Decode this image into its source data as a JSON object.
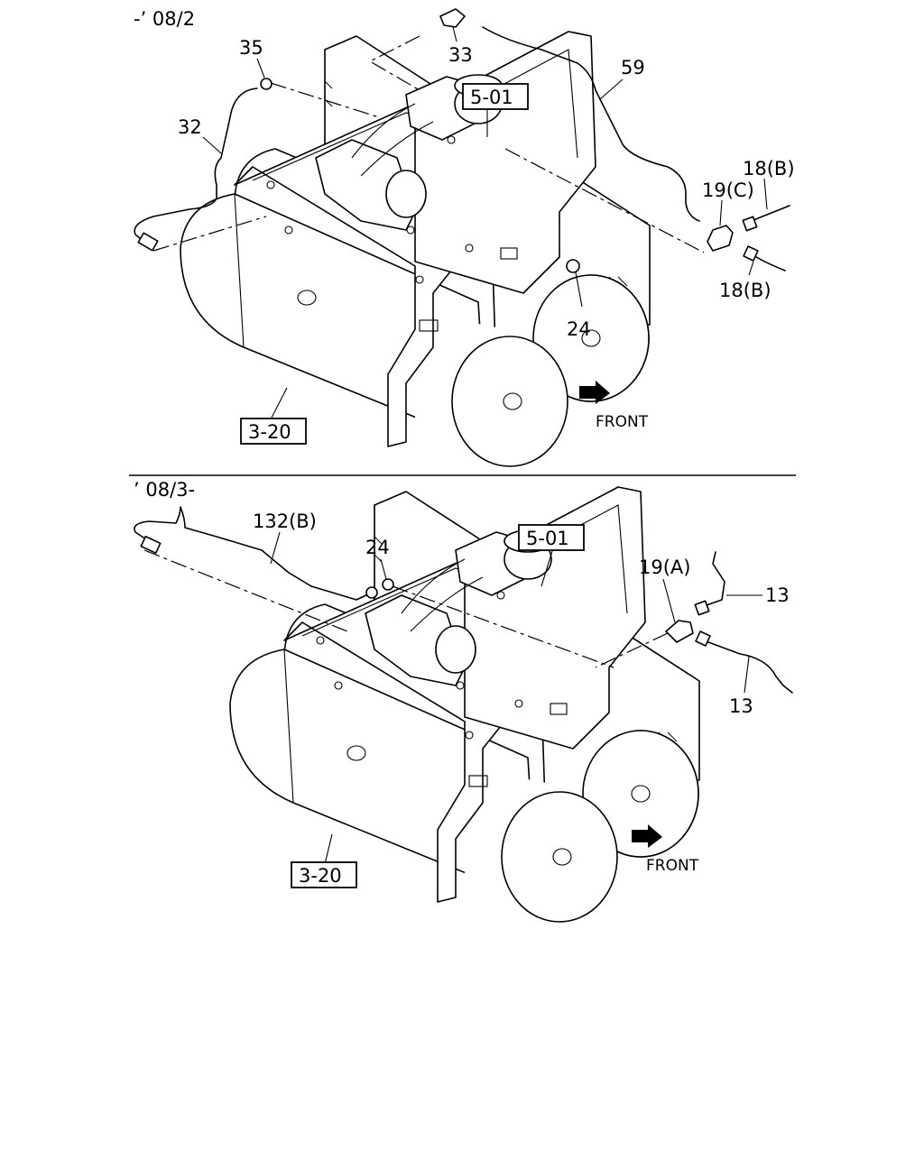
{
  "top": {
    "date": "-’ 08/2",
    "callouts": {
      "c35": "35",
      "c33": "33",
      "c59": "59",
      "c32": "32",
      "c18b_top": "18(B)",
      "c19c": "19(C)",
      "c18b_bottom": "18(B)",
      "c24": "24"
    },
    "refs": {
      "frame": "5-01",
      "tank": "3-20"
    },
    "front": "FRONT"
  },
  "bottom": {
    "date": "’ 08/3-",
    "callouts": {
      "c132b": "132(B)",
      "c24": "24",
      "c19a": "19(A)",
      "c13_top": "13",
      "c13_bottom": "13"
    },
    "refs": {
      "frame": "5-01",
      "tank": "3-20"
    },
    "front": "FRONT"
  }
}
